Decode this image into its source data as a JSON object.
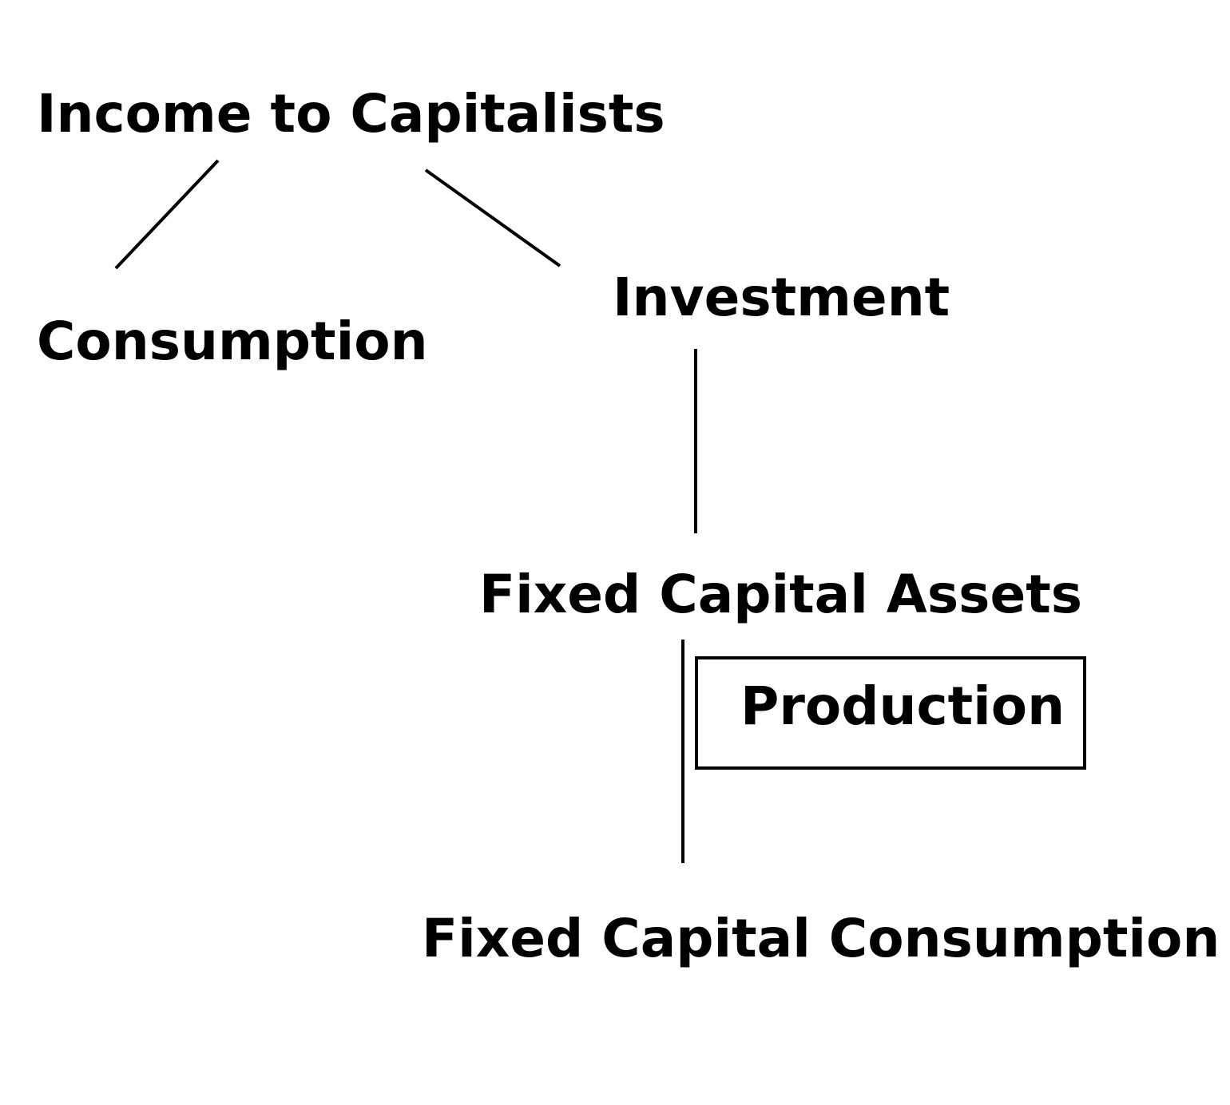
{
  "nodes": {
    "income": "Income to Capitalists",
    "consumption": "Consumption",
    "investment": "Investment",
    "fixed_capital_assets": "Fixed Capital Assets",
    "production": "Production",
    "fixed_capital_consumption": "Fixed Capital Consumption"
  },
  "edges": [
    {
      "from": "income",
      "to": "consumption"
    },
    {
      "from": "income",
      "to": "investment"
    },
    {
      "from": "investment",
      "to": "fixed_capital_assets"
    },
    {
      "from": "fixed_capital_assets",
      "to": "fixed_capital_consumption"
    }
  ],
  "colors": {
    "text": "#000000",
    "line": "#000000",
    "background": "#ffffff"
  }
}
